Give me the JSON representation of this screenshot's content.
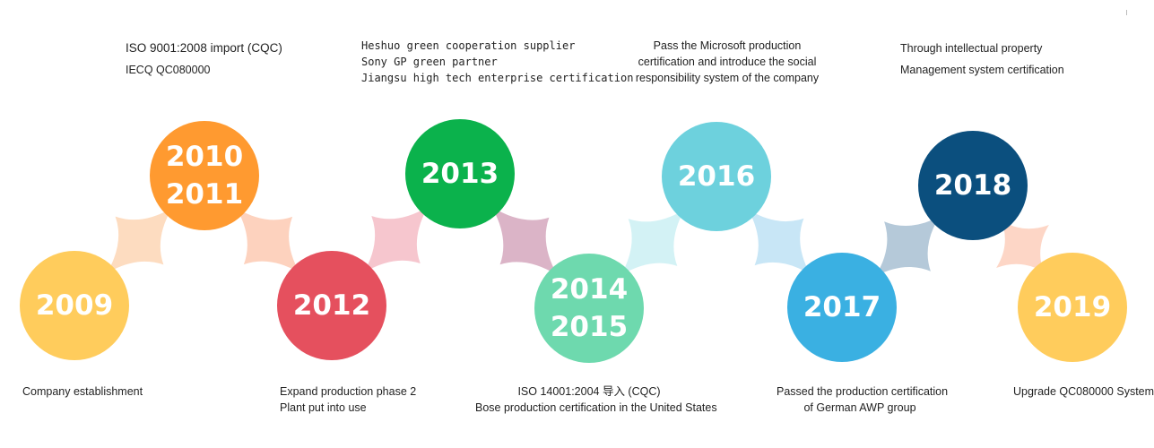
{
  "timeline": {
    "milestones": [
      {
        "id": "2009",
        "years": [
          "2009"
        ],
        "color": "#FFCC5C",
        "lines": [
          "Company establishment"
        ]
      },
      {
        "id": "2010-2011",
        "years": [
          "2010",
          "2011"
        ],
        "color": "#FF9A30",
        "lines": [
          "ISO 9001:2008 import (CQC)",
          "IECQ QC080000"
        ]
      },
      {
        "id": "2012",
        "years": [
          "2012"
        ],
        "color": "#E5505E",
        "lines": [
          "Expand production phase 2",
          "Plant put into use"
        ]
      },
      {
        "id": "2013",
        "years": [
          "2013"
        ],
        "color": "#0BB24C",
        "lines": [
          "Heshuo green cooperation supplier",
          "Sony GP green partner",
          "Jiangsu high tech enterprise certification"
        ]
      },
      {
        "id": "2014-2015",
        "years": [
          "2014",
          "2015"
        ],
        "color": "#6ED9AE",
        "lines": [
          "ISO 14001:2004 导入 (CQC)",
          "Bose production certification in the United States"
        ]
      },
      {
        "id": "2016",
        "years": [
          "2016"
        ],
        "color": "#6DD1DD",
        "lines": [
          "Pass the Microsoft production",
          "certification and introduce the social",
          "responsibility system of the company"
        ]
      },
      {
        "id": "2017",
        "years": [
          "2017"
        ],
        "color": "#3AB0E2",
        "lines": [
          "Passed the production certification",
          "of German AWP group"
        ]
      },
      {
        "id": "2018",
        "years": [
          "2018"
        ],
        "color": "#0B4F7E",
        "lines": [
          "Through intellectual property",
          "Management system certification"
        ]
      },
      {
        "id": "2019",
        "years": [
          "2019"
        ],
        "color": "#FFCC5C",
        "lines": [
          "Upgrade QC080000 System"
        ]
      }
    ],
    "connector_colors": [
      "#FDDCC0",
      "#FDD2BE",
      "#F6C6CE",
      "#DBB4C7",
      "#D3F2F5",
      "#C8E6F6",
      "#B5C9D9",
      "#FDD6C6"
    ]
  }
}
